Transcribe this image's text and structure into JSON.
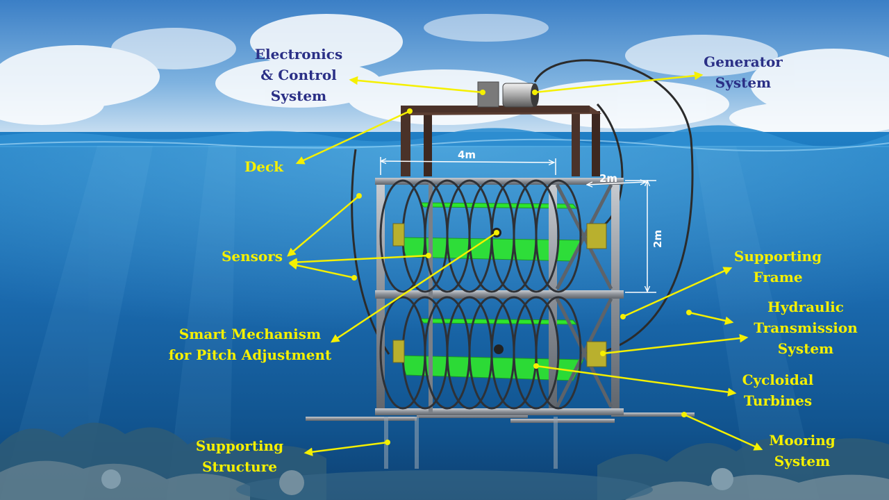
{
  "labels": {
    "electronics": [
      "Electronics",
      "& Control",
      "System"
    ],
    "generator": [
      "Generator",
      "System"
    ],
    "deck": [
      "Deck"
    ],
    "sensors": [
      "Sensors"
    ],
    "smart_mechanism": [
      "Smart Mechanism",
      "for Pitch Adjustment"
    ],
    "supporting_frame": [
      "Supporting",
      "Frame"
    ],
    "hydraulic": [
      "Hydraulic",
      "Transmission",
      "System"
    ],
    "cycloidal": [
      "Cycloidal",
      "Turbines"
    ],
    "supporting_structure": [
      "Supporting",
      "Structure"
    ],
    "mooring": [
      "Mooring",
      "System"
    ]
  },
  "dimensions": {
    "width": "4m",
    "depth": "2m",
    "height": "2m"
  },
  "colors": {
    "sky_label": "#2a2f86",
    "sea_label": "#f5f000",
    "arrow": "#f5f000",
    "blade": "#2ee52e",
    "frame": "#8a8f96",
    "deck": "#4a3229"
  }
}
